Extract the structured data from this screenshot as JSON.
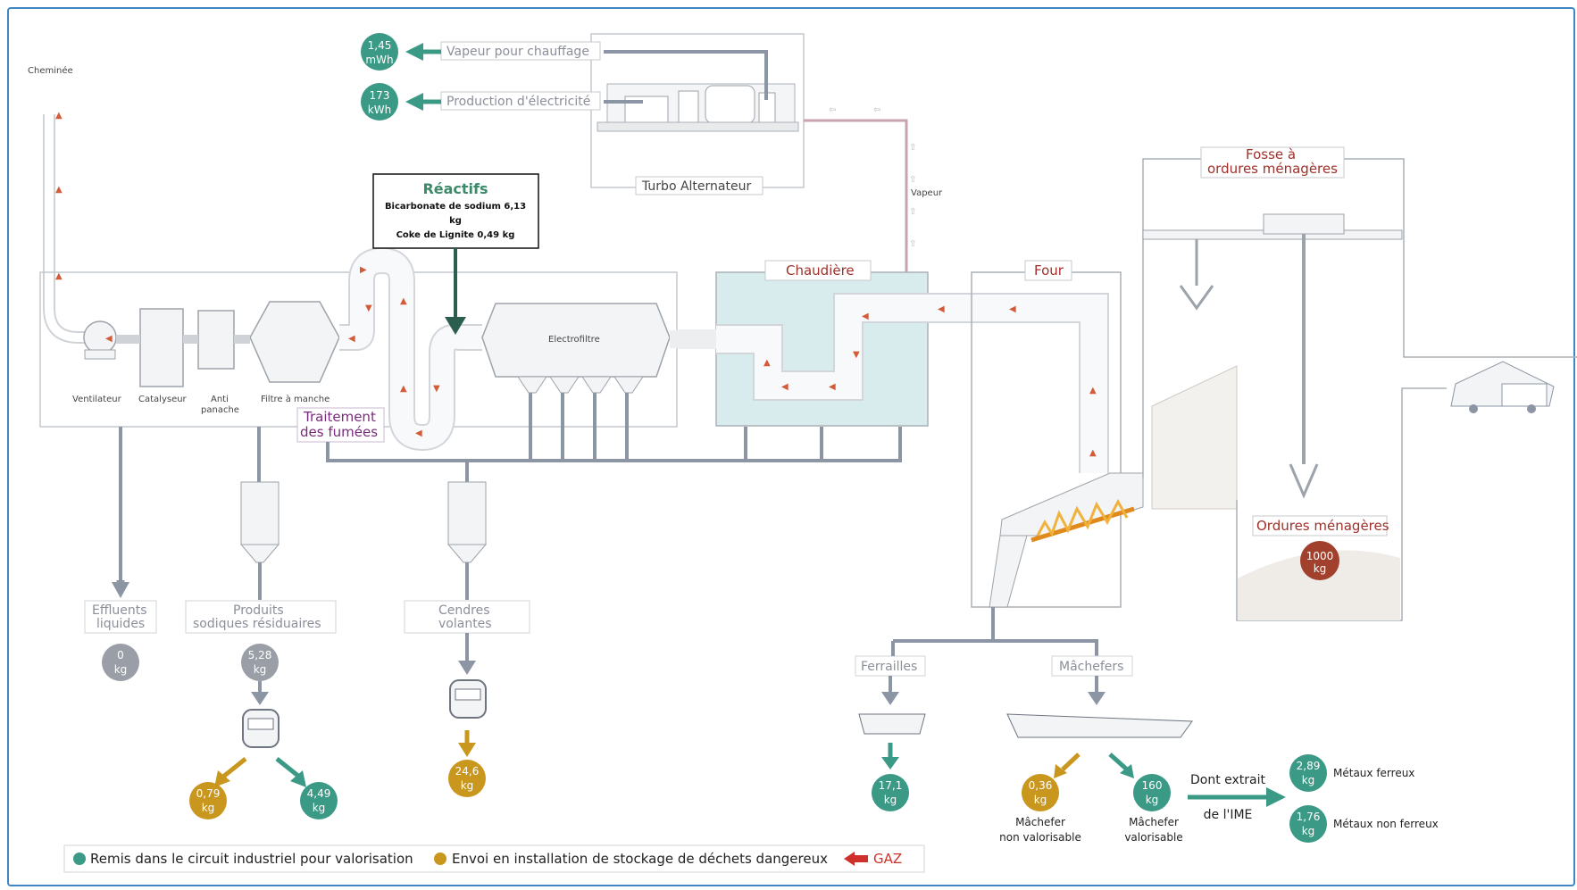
{
  "colors": {
    "green": "#3b9a85",
    "orange": "#c9961e",
    "grey": "#9a9ea6",
    "brown": "#a1402c",
    "pipe": "#8c95a3",
    "red": "#d0302a",
    "purple": "#7a2a7a",
    "boiler_fill": "#d8ecee",
    "dark_green_arrow": "#2c5e4f"
  },
  "labels": {
    "cheminee": "Cheminée",
    "vapeur_chauffage": "Vapeur pour chauffage",
    "production_electricite": "Production d'électricité",
    "turbo": "Turbo Alternateur",
    "vapeur": "Vapeur",
    "reactifs_title": "Réactifs",
    "reactif_1a": "Bicarbonate de sodium 6,13",
    "reactif_1b": "kg",
    "reactif_2": "Coke de Lignite 0,49 kg",
    "electrofiltre": "Electrofiltre",
    "chaudiere": "Chaudière",
    "four": "Four",
    "fosse_1": "Fosse à",
    "fosse_2": "ordures ménagères",
    "ordures": "Ordures ménagères",
    "ventilateur": "Ventilateur",
    "catalyseur": "Catalyseur",
    "anti_1": "Anti",
    "anti_2": "panache",
    "filtre": "Filtre à manche",
    "traitement_1": "Traitement",
    "traitement_2": "des fumées",
    "effluents_1": "Effluents",
    "effluents_2": "liquides",
    "produits_1": "Produits",
    "produits_2": "sodiques résiduaires",
    "cendres_1": "Cendres",
    "cendres_2": "volantes",
    "ferrailles": "Ferrailles",
    "machefers": "Mâchefers",
    "mach_nonval_1": "Mâchefer",
    "mach_nonval_2": "non valorisable",
    "mach_val_1": "Mâchefer",
    "mach_val_2": "valorisable",
    "dont_extrait": "Dont extrait",
    "de_ime": "de l'IME",
    "metaux_ferreux": "Métaux ferreux",
    "metaux_non_ferreux": "Métaux non ferreux"
  },
  "values": {
    "chauffage": {
      "value": "1,45",
      "unit": "mWh"
    },
    "electricite": {
      "value": "173",
      "unit": "kWh"
    },
    "ordures": {
      "value": "1000",
      "unit": "kg"
    },
    "effluents": {
      "value": "0",
      "unit": "kg"
    },
    "produits": {
      "value": "5,28",
      "unit": "kg"
    },
    "produits_stockage": {
      "value": "0,79",
      "unit": "kg"
    },
    "produits_valo": {
      "value": "4,49",
      "unit": "kg"
    },
    "cendres": {
      "value": "24,6",
      "unit": "kg"
    },
    "ferrailles": {
      "value": "17,1",
      "unit": "kg"
    },
    "mach_nonval": {
      "value": "0,36",
      "unit": "kg"
    },
    "mach_val": {
      "value": "160",
      "unit": "kg"
    },
    "metaux_ferreux": {
      "value": "2,89",
      "unit": "kg"
    },
    "metaux_non_ferreux": {
      "value": "1,76",
      "unit": "kg"
    }
  },
  "legend": {
    "green": "Remis dans le circuit industriel pour valorisation",
    "orange": "Envoi en installation de stockage de déchets dangereux",
    "red": "GAZ"
  }
}
